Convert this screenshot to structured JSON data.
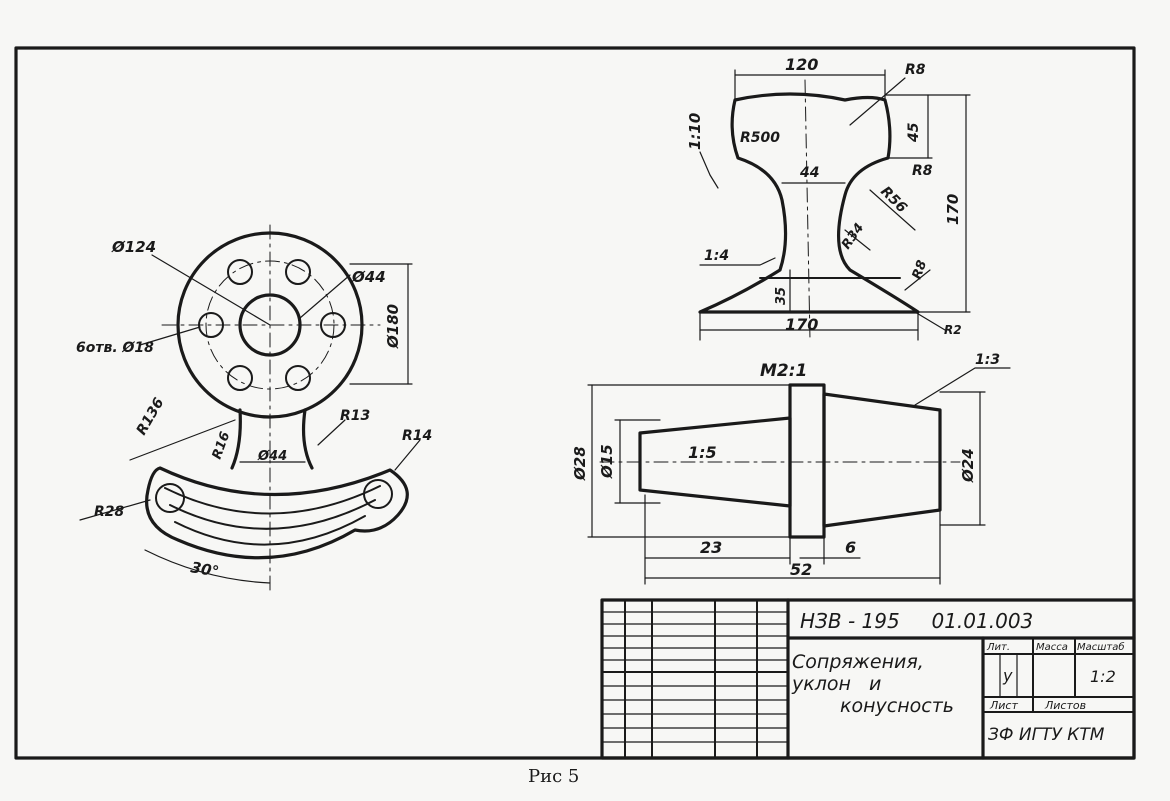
{
  "caption": "Рис 5",
  "flange": {
    "bolt_circle_dia": "Ø124",
    "inner_dia": "Ø44",
    "outer_dia": "Ø180",
    "holes": "6отв. Ø18",
    "r_arm_left": "R136",
    "r_neck": "R16",
    "neck_width": "Ø44",
    "r_right": "R13",
    "r_end": "R14",
    "r_base": "R28",
    "angle": "30°"
  },
  "rail": {
    "width_top": "120",
    "r_top_corner": "R8",
    "r_top": "R500",
    "height_head": "45",
    "r_head_low": "R8",
    "web": "44",
    "r_web": "R56",
    "total_height": "170",
    "r_web_low": "R34",
    "slope_top": "1:10",
    "slope_base": "1:4",
    "base_h": "35",
    "r_base": "R8",
    "r_foot": "R2",
    "base_width": "170"
  },
  "cone": {
    "scale": "M2:1",
    "slope": "1:3",
    "taper": "1:5",
    "dia_left": "Ø28",
    "dia_cone": "Ø15",
    "dia_right": "Ø24",
    "len_left": "23",
    "len_collar": "6",
    "len_total": "52"
  },
  "title_block": {
    "code": "НЗВ - 195     01.01.003",
    "title_line1": "Сопряжения,",
    "title_line2": "уклон   и",
    "title_line3": "конусность",
    "head_lit": "Лит.",
    "head_mass": "Масса",
    "head_scale": "Масштаб",
    "lit_value": "у",
    "scale_value": "1:2",
    "sheet": "Лист",
    "sheets": "Листов",
    "org": "ЗФ ИГТУ КТМ"
  }
}
